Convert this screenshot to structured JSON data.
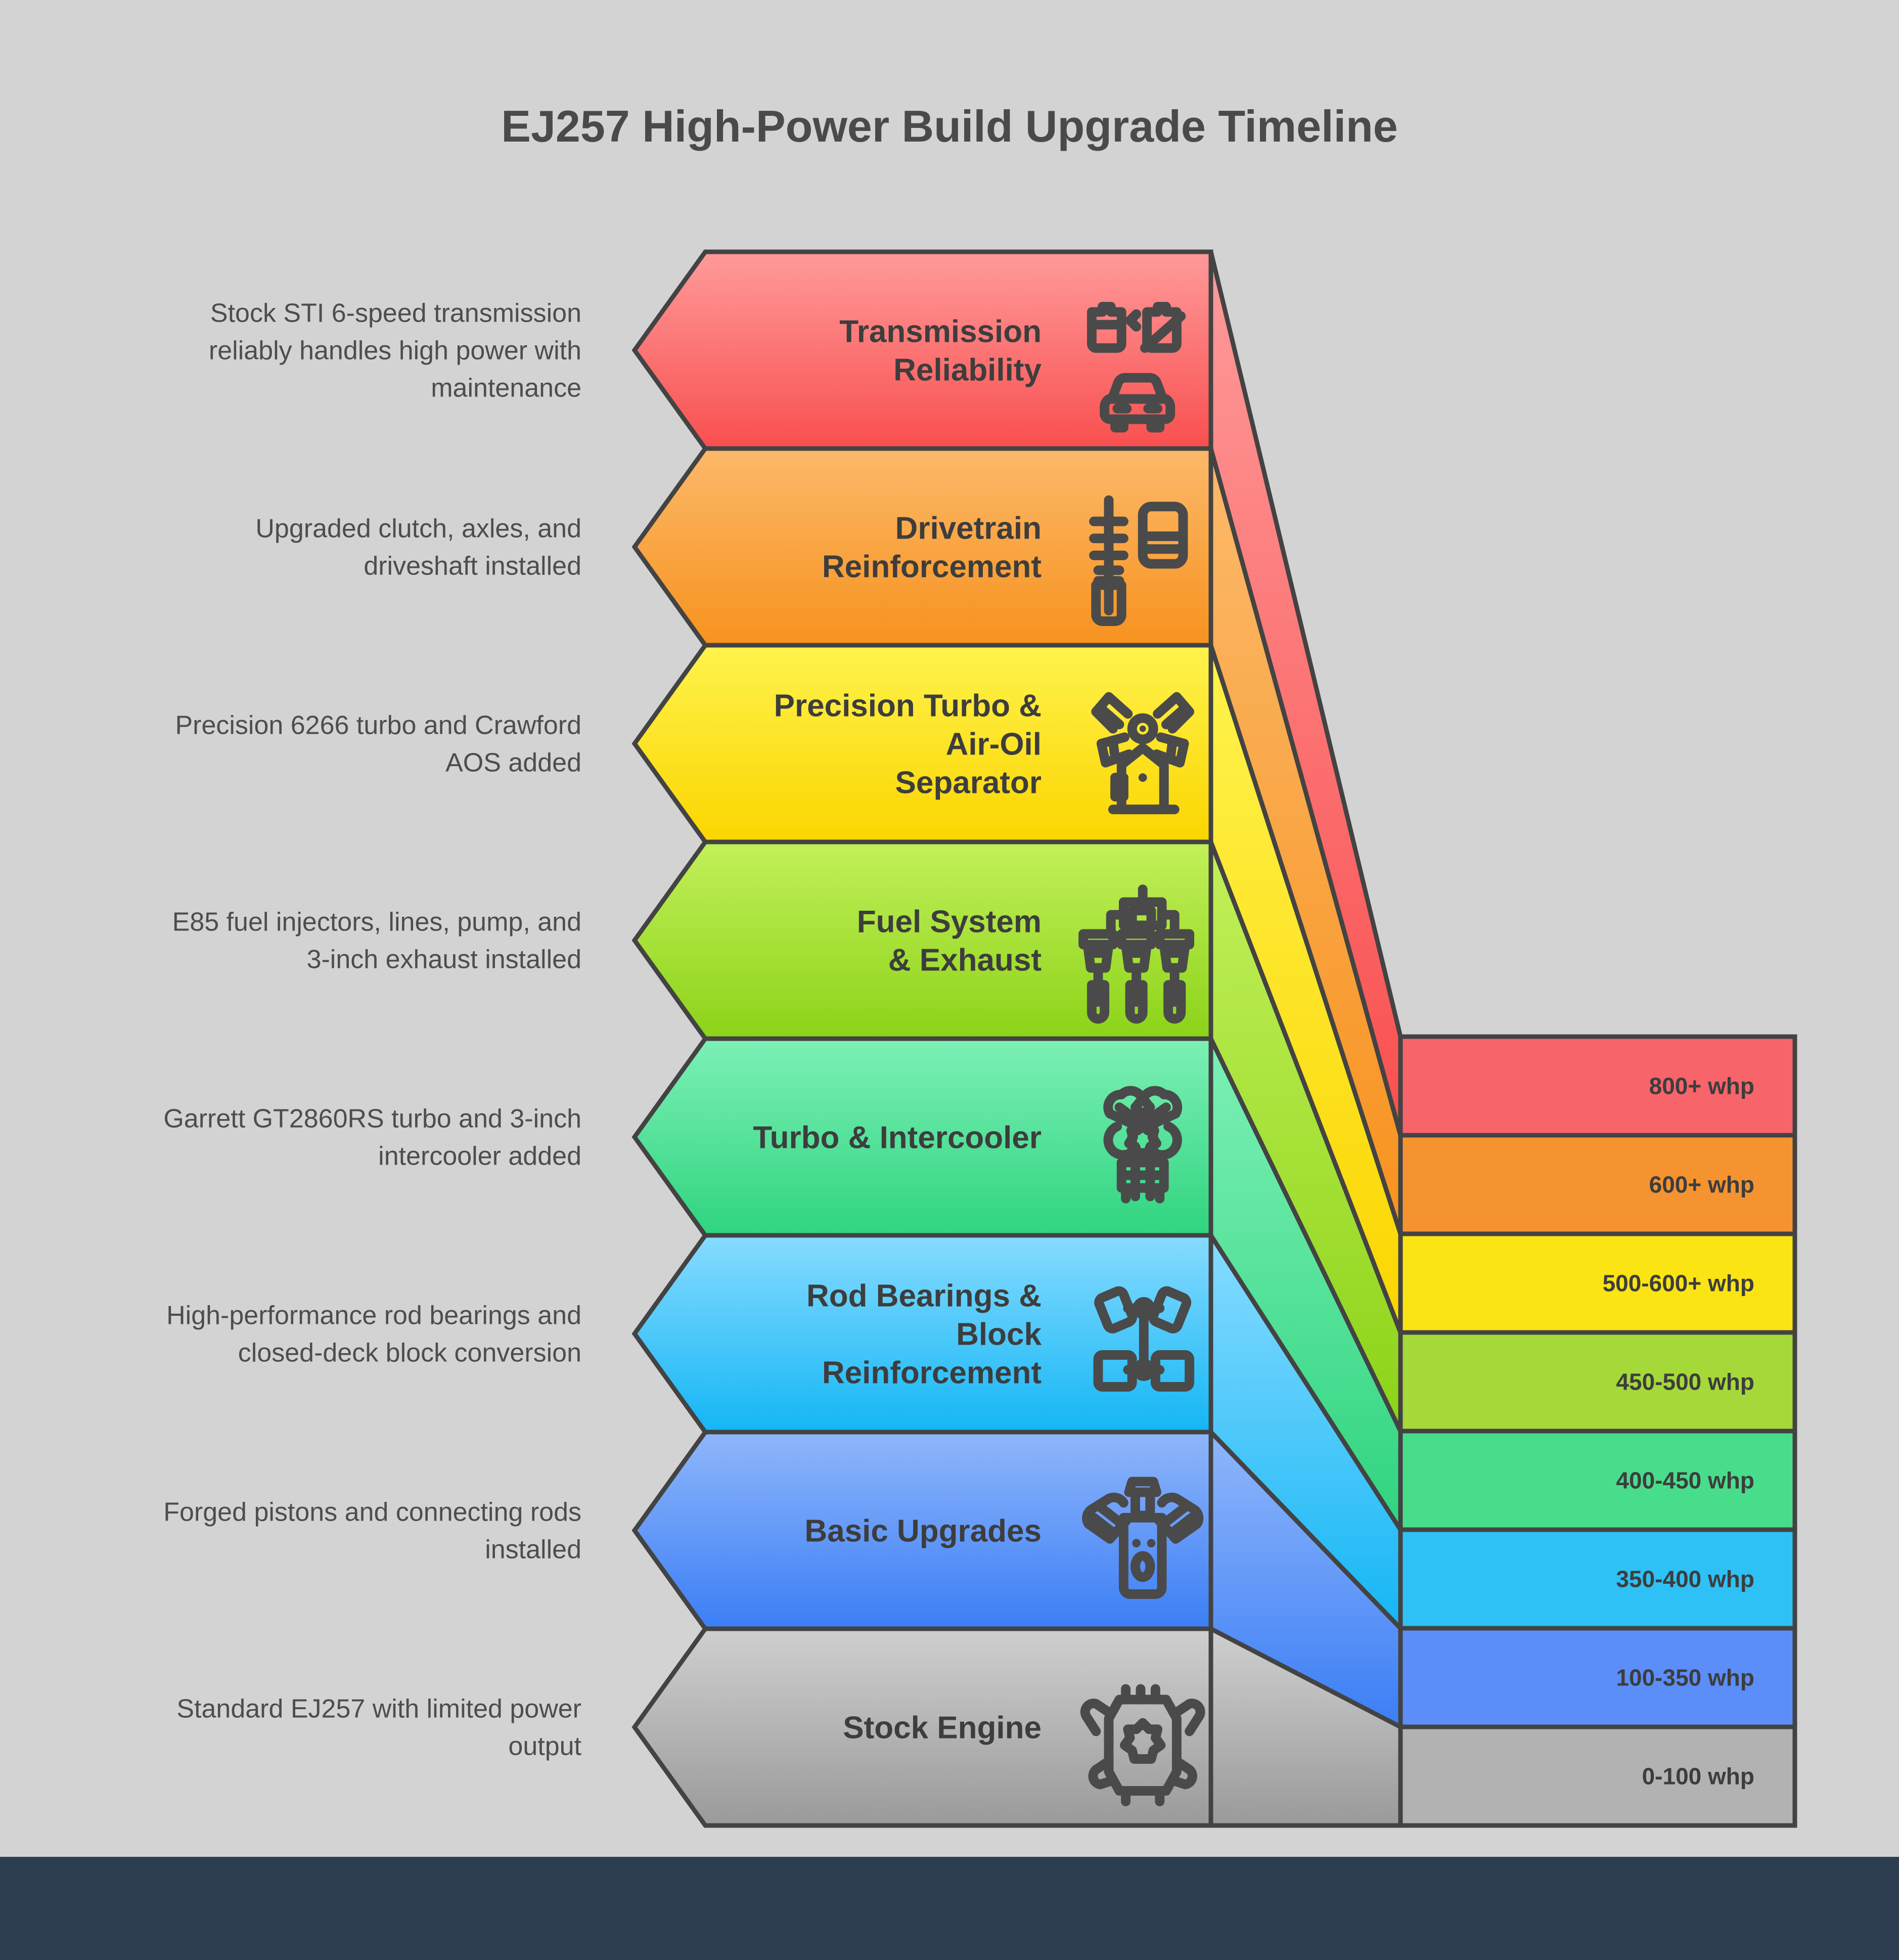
{
  "title": "EJ257 High-Power Build Upgrade Timeline",
  "colors": {
    "background": "#d3d3d3",
    "footer": "#2c3e50",
    "outline": "#434343",
    "text": "#4a4a4a"
  },
  "chart_data": {
    "type": "bar",
    "title": "EJ257 High-Power Build Upgrade Timeline",
    "xlabel": "",
    "ylabel": "",
    "categories": [
      "Transmission Reliability",
      "Drivetrain Reinforcement",
      "Precision Turbo & Air-Oil Separator",
      "Fuel System & Exhaust",
      "Turbo & Intercooler",
      "Rod Bearings & Block Reinforcement",
      "Basic Upgrades",
      "Stock Engine"
    ],
    "values": [
      "800+",
      "600+",
      "500-600+",
      "450-500",
      "400-450",
      "350-400",
      "100-350",
      "0-100"
    ],
    "unit": "whp",
    "legend_position": "right"
  },
  "stages": [
    {
      "label": "Transmission Reliability",
      "description": "Stock STI 6-speed transmission reliably handles high power with maintenance",
      "power": "800+ whp",
      "icon": "transmission-fluid-car-icon",
      "color_top": "#ff9a9a",
      "color_bottom": "#f94f4f",
      "legend_color": "#f7646a"
    },
    {
      "label": "Drivetrain Reinforcement",
      "description": "Upgraded clutch, axles, and driveshaft installed",
      "power": "600+ whp",
      "icon": "driveshaft-clutch-icon",
      "color_top": "#fcb96a",
      "color_bottom": "#f7921e",
      "legend_color": "#f59331"
    },
    {
      "label": "Precision Turbo & Air-Oil Separator",
      "description": "Precision 6266 turbo and Crawford AOS added",
      "power": "500-600+ whp",
      "icon": "turbo-separator-icon",
      "color_top": "#fff34d",
      "color_bottom": "#fbd500",
      "legend_color": "#fbe414"
    },
    {
      "label": "Fuel System & Exhaust",
      "description": "E85 fuel injectors, lines, pump, and 3-inch exhaust installed",
      "power": "450-500 whp",
      "icon": "fuel-injector-exhaust-icon",
      "color_top": "#c2f05a",
      "color_bottom": "#8cd318",
      "legend_color": "#a5d93a"
    },
    {
      "label": "Turbo & Intercooler",
      "description": "Garrett GT2860RS turbo and 3-inch intercooler added",
      "power": "400-450 whp",
      "icon": "turbo-intercooler-icon",
      "color_top": "#7df0b6",
      "color_bottom": "#2fd47f",
      "legend_color": "#48dd8b"
    },
    {
      "label": "Rod Bearings & Block Reinforcement",
      "description": "High-performance rod bearings and closed-deck block conversion",
      "power": "350-400 whp",
      "icon": "crankshaft-bearings-icon",
      "color_top": "#87dbff",
      "color_bottom": "#14b6f5",
      "legend_color": "#2ec1f5"
    },
    {
      "label": "Basic Upgrades",
      "description": "Forged pistons and connecting rods installed",
      "power": "100-350 whp",
      "icon": "pistons-rods-icon",
      "color_top": "#8fb6fb",
      "color_bottom": "#3b7ef5",
      "legend_color": "#5b8ef8"
    },
    {
      "label": "Stock Engine",
      "description": "Standard EJ257 with limited power output",
      "power": "0-100 whp",
      "icon": "stock-engine-icon",
      "color_top": "#cfcfcf",
      "color_bottom": "#9a9a9a",
      "legend_color": "#b2b2b2"
    }
  ]
}
